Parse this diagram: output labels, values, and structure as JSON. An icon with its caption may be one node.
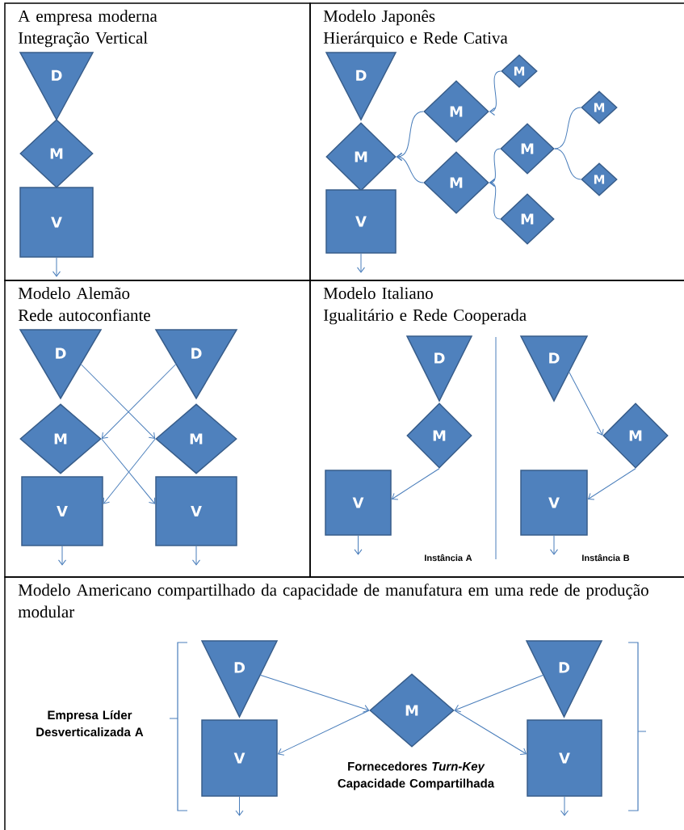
{
  "diagram": {
    "nodes": [
      {
        "text": [
          "A empresa moderna",
          "Integração Vertical"
        ]
      },
      {
        "text": [
          "D"
        ],
        "in": 0
      },
      {
        "text": [
          "M"
        ],
        "in": 0
      },
      {
        "text": [
          "V"
        ],
        "in": 0
      },
      {
        "text": [
          "Modelo Japonês",
          "Hierárquico e Rede Cativa"
        ]
      },
      {
        "text": [
          "D"
        ],
        "in": 4
      },
      {
        "text": [
          "M"
        ],
        "in": 4
      },
      {
        "text": [
          "V"
        ],
        "in": 4
      },
      {
        "text": [
          "M"
        ],
        "in": 4
      },
      {
        "text": [
          "M"
        ],
        "in": 4
      },
      {
        "text": [
          "M"
        ],
        "in": 4
      },
      {
        "text": [
          "M"
        ],
        "in": 4
      },
      {
        "text": [
          "M"
        ],
        "in": 4
      },
      {
        "text": [
          "M"
        ],
        "in": 4
      },
      {
        "text": [
          "M"
        ],
        "in": 4
      },
      {
        "text": [
          "Modelo Alemão",
          "Rede autoconfiante"
        ]
      },
      {
        "text": [
          "D"
        ],
        "in": 15
      },
      {
        "text": [
          "D"
        ],
        "in": 15
      },
      {
        "text": [
          "M"
        ],
        "in": 15
      },
      {
        "text": [
          "M"
        ],
        "in": 15
      },
      {
        "text": [
          "V"
        ],
        "in": 15
      },
      {
        "text": [
          "V"
        ],
        "in": 15
      },
      {
        "text": [
          "Modelo Italiano",
          "Igualitário e Rede Cooperada"
        ]
      },
      {
        "text": [
          "D"
        ],
        "in": 22
      },
      {
        "text": [
          "M"
        ],
        "in": 22
      },
      {
        "text": [
          "V"
        ],
        "in": 22
      },
      {
        "text": [
          "D"
        ],
        "in": 22
      },
      {
        "text": [
          "M"
        ],
        "in": 22
      },
      {
        "text": [
          "V"
        ],
        "in": 22
      },
      {
        "text": [
          "Modelo Americano compartilhado da capacidade de manufatura em uma rede de produção modular"
        ]
      },
      {
        "text": [
          "D"
        ],
        "in": 29
      },
      {
        "text": [
          "V"
        ],
        "in": 29
      },
      {
        "text": [
          "M"
        ],
        "in": 29
      },
      {
        "text": [
          "D"
        ],
        "in": 29
      },
      {
        "text": [
          "V"
        ],
        "in": 29
      }
    ],
    "edges": [
      {
        "from": 3,
        "to": null,
        "arrow": "to"
      },
      {
        "from": 8,
        "to": 6,
        "arrow": "to"
      },
      {
        "from": 9,
        "to": 6,
        "arrow": "to"
      },
      {
        "from": 10,
        "to": 8,
        "arrow": "to"
      },
      {
        "from": 11,
        "to": 9,
        "arrow": "to"
      },
      {
        "from": 14,
        "to": 9,
        "arrow": "to"
      },
      {
        "from": 12,
        "to": 11,
        "arrow": "none"
      },
      {
        "from": 13,
        "to": 11,
        "arrow": "none"
      },
      {
        "from": 7,
        "to": null,
        "arrow": "to"
      },
      {
        "from": 16,
        "to": 19,
        "arrow": "to"
      },
      {
        "from": 17,
        "to": 18,
        "arrow": "to"
      },
      {
        "from": 18,
        "to": 21,
        "arrow": "to"
      },
      {
        "from": 19,
        "to": 20,
        "arrow": "to"
      },
      {
        "from": 20,
        "to": null,
        "arrow": "to"
      },
      {
        "from": 21,
        "to": null,
        "arrow": "to"
      },
      {
        "from": 24,
        "to": 25,
        "arrow": "to"
      },
      {
        "from": 25,
        "to": null,
        "arrow": "to"
      },
      {
        "from": 26,
        "to": 27,
        "arrow": "to"
      },
      {
        "from": 27,
        "to": 28,
        "arrow": "to"
      },
      {
        "from": 28,
        "to": null,
        "arrow": "to"
      },
      {
        "from": 30,
        "to": 32,
        "arrow": "to"
      },
      {
        "from": 33,
        "to": 32,
        "arrow": "to"
      },
      {
        "from": 32,
        "to": 31,
        "arrow": "to"
      },
      {
        "from": 32,
        "to": 34,
        "arrow": "to"
      },
      {
        "from": 31,
        "to": null,
        "arrow": "to"
      },
      {
        "from": 34,
        "to": null,
        "arrow": "to"
      }
    ],
    "labels": [
      "Instância A",
      "Instância B",
      "Empresa Líder Desverticalizada A",
      "Fornecedores *Turn-Key* Capacidade Compartilhada"
    ]
  }
}
